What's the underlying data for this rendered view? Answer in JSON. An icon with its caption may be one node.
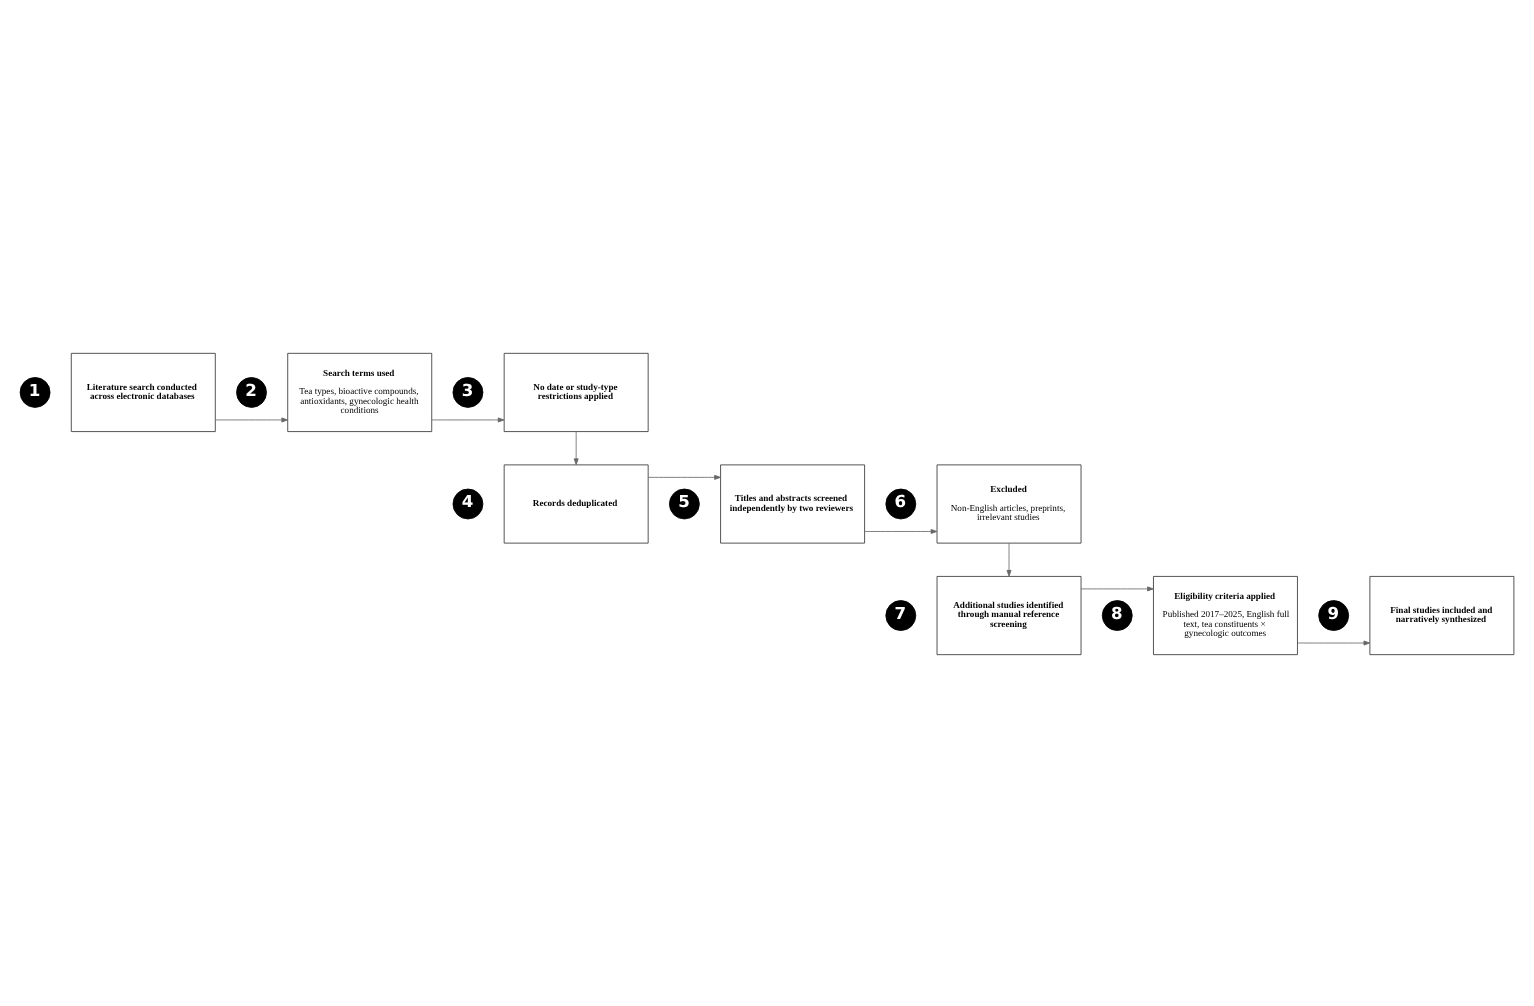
{
  "diagram": {
    "nodes": [
      {
        "text": [
          "1"
        ]
      },
      {
        "text": [
          "Literature search conducted across electronic databases"
        ]
      },
      {
        "text": [
          "2"
        ]
      },
      {
        "text": [
          "Search terms used",
          "Tea types, bioactive compounds, antioxidants, gynecologic health conditions"
        ]
      },
      {
        "text": [
          "3"
        ]
      },
      {
        "text": [
          "No date or study-type restrictions applied"
        ]
      },
      {
        "text": [
          "4"
        ]
      },
      {
        "text": [
          "Records deduplicated"
        ]
      },
      {
        "text": [
          "5"
        ]
      },
      {
        "text": [
          "Titles and abstracts screened independently by two reviewers"
        ]
      },
      {
        "text": [
          "6"
        ]
      },
      {
        "text": [
          "Excluded",
          "Non-English articles, preprints, irrelevant studies"
        ]
      },
      {
        "text": [
          "7"
        ]
      },
      {
        "text": [
          "Additional studies identified through manual reference screening"
        ]
      },
      {
        "text": [
          "8"
        ]
      },
      {
        "text": [
          "Eligibility criteria applied",
          "Published 2017–2025, English full text, tea constituents × gynecologic outcomes"
        ]
      },
      {
        "text": [
          "9"
        ]
      },
      {
        "text": [
          "Final studies included and narratively synthesized"
        ]
      }
    ],
    "edges": [
      {
        "from": 1,
        "to": 3,
        "arrow": "to"
      },
      {
        "from": 3,
        "to": 5,
        "arrow": "to"
      },
      {
        "from": 5,
        "to": 7,
        "arrow": "to"
      },
      {
        "from": 7,
        "to": 9,
        "arrow": "to"
      },
      {
        "from": 9,
        "to": 11,
        "arrow": "to"
      },
      {
        "from": 11,
        "to": 13,
        "arrow": "to"
      },
      {
        "from": 13,
        "to": 15,
        "arrow": "to"
      },
      {
        "from": 15,
        "to": 17,
        "arrow": "to"
      }
    ]
  }
}
